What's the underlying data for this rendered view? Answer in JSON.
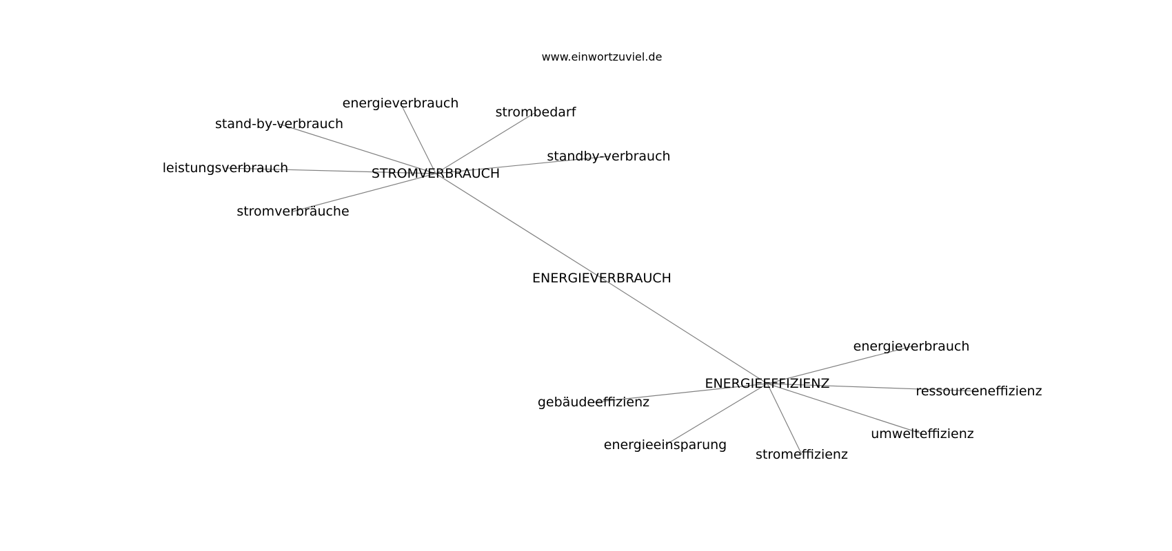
{
  "watermark": "www.einwortzuviel.de",
  "graph": {
    "root": "ENERGIEVERBRAUCH",
    "hubs": [
      {
        "label": "STROMVERBRAUCH",
        "neighbors": [
          "energieverbrauch",
          "strombedarf",
          "stand-by-verbrauch",
          "standby-verbrauch",
          "leistungsverbrauch",
          "stromverbräuche"
        ]
      },
      {
        "label": "ENERGIEEFFIZIENZ",
        "neighbors": [
          "energieverbrauch",
          "ressourceneffizienz",
          "gebäudeeffizienz",
          "umwelteffizienz",
          "energieeinsparung",
          "stromeffizienz"
        ]
      }
    ]
  }
}
